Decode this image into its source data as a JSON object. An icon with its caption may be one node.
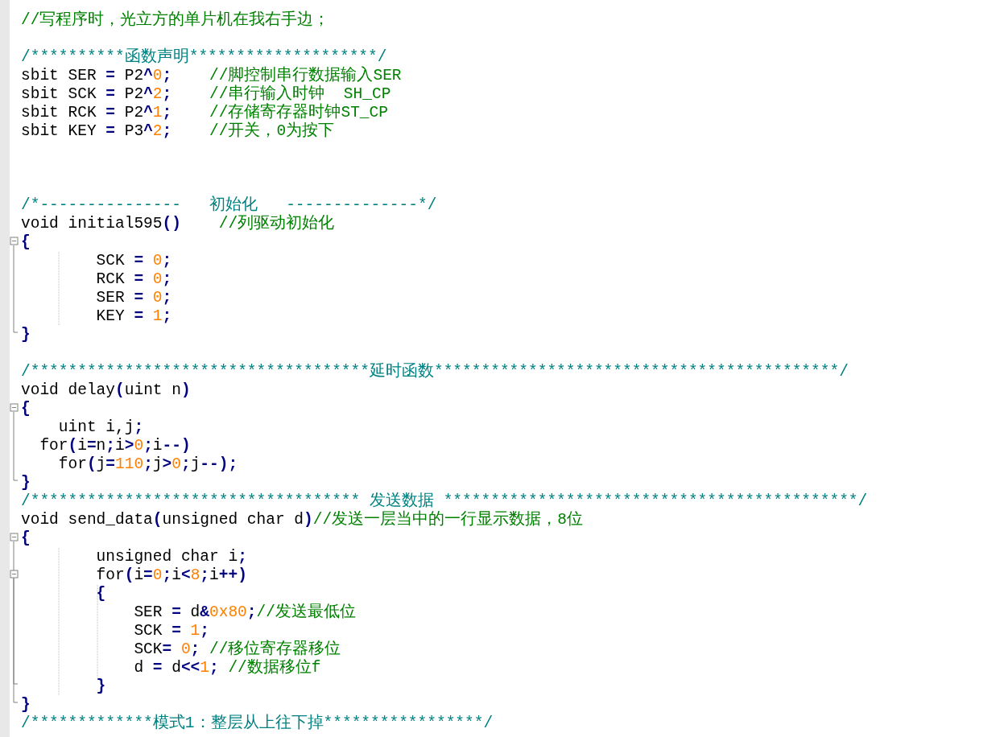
{
  "diagram": {
    "labels": [
      "//写程序时，光立方的单片机在我右手边；",
      "/**********函数声明********************/",
      "sbit SER = P2^0;    //脚控制串行数据输入SER",
      "sbit SCK = P2^2;    //串行输入时钟  SH_CP",
      "sbit RCK = P2^1;    //存储寄存器时钟ST_CP",
      "sbit KEY = P3^2;    //开关，0为按下",
      "/*---------------   初始化   --------------*/",
      "void initial595()    //列驱动初始化",
      "{",
      "SCK = 0;",
      "RCK = 0;",
      "SER = 0;",
      "KEY = 1;",
      "}",
      "/************************************延时函数*******************************************/",
      "void delay(uint n)",
      "{",
      "uint i,j;",
      "for(i=n;i>0;i--)",
      "for(j=110;j>0;j--);",
      "}",
      "/*********************************** 发送数据 ********************************************/",
      "void send_data(unsigned char d)//发送一层当中的一行显示数据，8位",
      "{",
      "unsigned char i;",
      "for(i=0;i<8;i++)",
      "{",
      "SER = d&0x80;//发送最低位",
      "SCK = 1;",
      "SCK= 0; //移位寄存器移位",
      "d = d<<1; //数据移位f",
      "}",
      "}",
      "/*************模式1：整层从上往下掉*****************/"
    ]
  }
}
